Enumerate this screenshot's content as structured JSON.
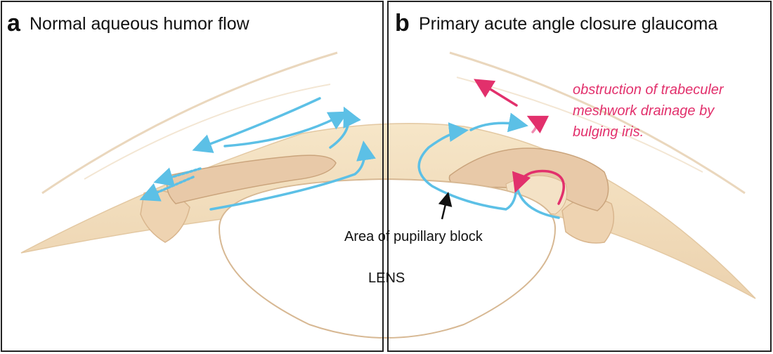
{
  "panels": [
    {
      "letter": "a",
      "title": "Normal aqueous humor flow"
    },
    {
      "letter": "b",
      "title": "Primary acute angle closure glaucoma"
    }
  ],
  "labels": {
    "pupillary_block": "Area of pupillary block",
    "lens": "LENS"
  },
  "annotation": {
    "lines": [
      "obstruction of trabeculer",
      "meshwork drainage by",
      "bulging iris."
    ],
    "color": "#e2306c"
  },
  "colors": {
    "flow_arrow": "#5cc0e6",
    "blocked_flow_arrow": "#e2306c",
    "tissue": "#f1ddbd",
    "iris": "#e8c9a8",
    "frame": "#222222"
  }
}
